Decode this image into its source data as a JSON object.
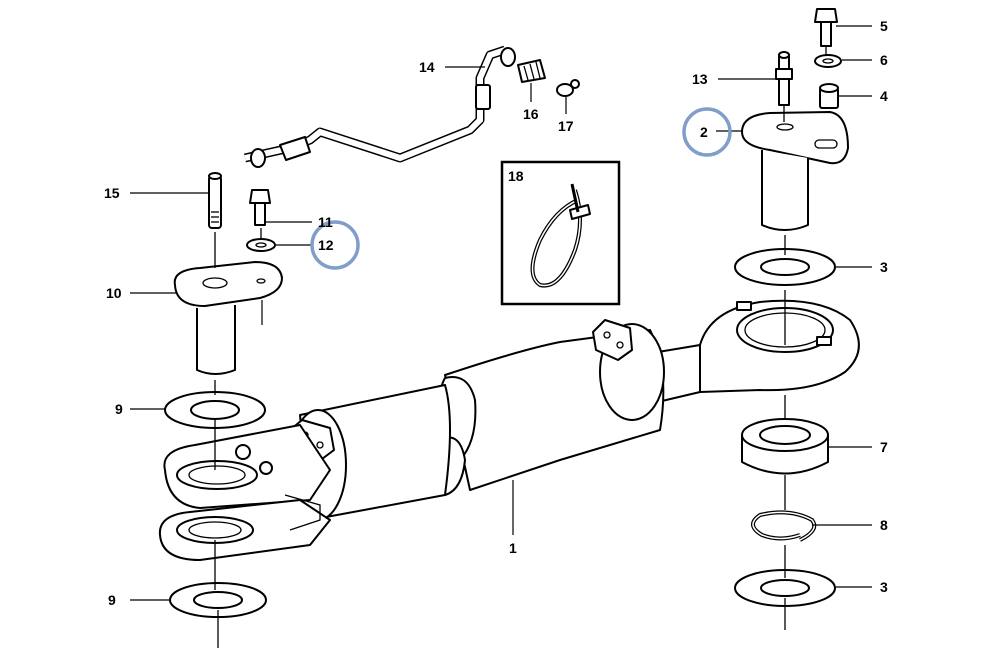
{
  "callouts": {
    "c1": "1",
    "c2": "2",
    "c3a": "3",
    "c3b": "3",
    "c4": "4",
    "c5": "5",
    "c6": "6",
    "c7": "7",
    "c8": "8",
    "c9a": "9",
    "c9b": "9",
    "c10": "10",
    "c11": "11",
    "c12": "12",
    "c13": "13",
    "c14": "14",
    "c15": "15",
    "c16": "16",
    "c17": "17",
    "c18": "18"
  },
  "highlighted_callouts": [
    "2",
    "12"
  ],
  "colors": {
    "line": "#000000",
    "highlight": "#7f9ec9",
    "background": "#ffffff"
  }
}
